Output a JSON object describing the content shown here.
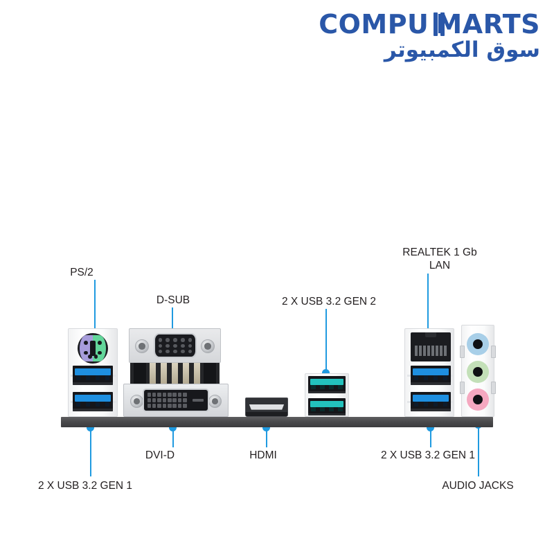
{
  "brand": {
    "latin_left": "COMPU",
    "latin_right": "MARTS",
    "arabic": "سوق الكمبيوتر",
    "color": "#2a57a8"
  },
  "diagram": {
    "title": "Motherboard rear I/O panel",
    "leader_color": "#1f9ae0"
  },
  "callouts": {
    "ps2": "PS/2",
    "dsub": "D-SUB",
    "usb32gen2": "2 X USB 3.2 GEN 2",
    "lan_line1": "REALTEK 1 Gb",
    "lan_line2": "LAN",
    "usb32gen1_left": "2 X USB 3.2 GEN 1",
    "dvid": "DVI-D",
    "hdmi": "HDMI",
    "usb32gen1_right": "2 X USB 3.2 GEN 1",
    "audio_jacks": "AUDIO JACKS"
  },
  "ports": {
    "ps2": {
      "name": "PS/2 combo port",
      "color_keyboard": "#a79ddb",
      "color_mouse": "#62d69a"
    },
    "usb_gen1": {
      "name": "USB 3.2 Gen 1 Type-A",
      "insert_color": "#1e8fe0",
      "count_left": 2,
      "count_right": 2
    },
    "usb_gen2": {
      "name": "USB 3.2 Gen 2 Type-A",
      "insert_color": "#23c2bd",
      "count": 2
    },
    "dsub": {
      "name": "D-SUB VGA",
      "pins": 15
    },
    "dvid": {
      "name": "DVI-D",
      "pins": 24
    },
    "hdmi": {
      "name": "HDMI",
      "color": "#303236"
    },
    "lan": {
      "name": "RJ45 LAN",
      "speed": "1 Gb",
      "vendor": "REALTEK"
    },
    "audio": {
      "line_in": {
        "label": "Line In",
        "color": "#a8cfe8"
      },
      "line_out": {
        "label": "Line Out",
        "color": "#c3e0b8"
      },
      "mic_in": {
        "label": "Microphone",
        "color": "#f5a8c0"
      }
    }
  }
}
